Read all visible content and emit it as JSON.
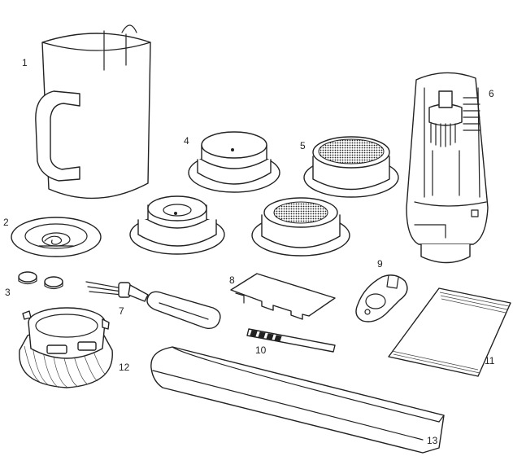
{
  "labels": {
    "p1": "1",
    "p2": "2",
    "p3": "3",
    "p4": "4",
    "p5": "5",
    "p6": "6",
    "p7": "7",
    "p8": "8",
    "p9": "9",
    "p10": "10",
    "p11": "11",
    "p12": "12",
    "p13": "13"
  },
  "colors": {
    "line": "#222222",
    "background": "#ffffff"
  }
}
